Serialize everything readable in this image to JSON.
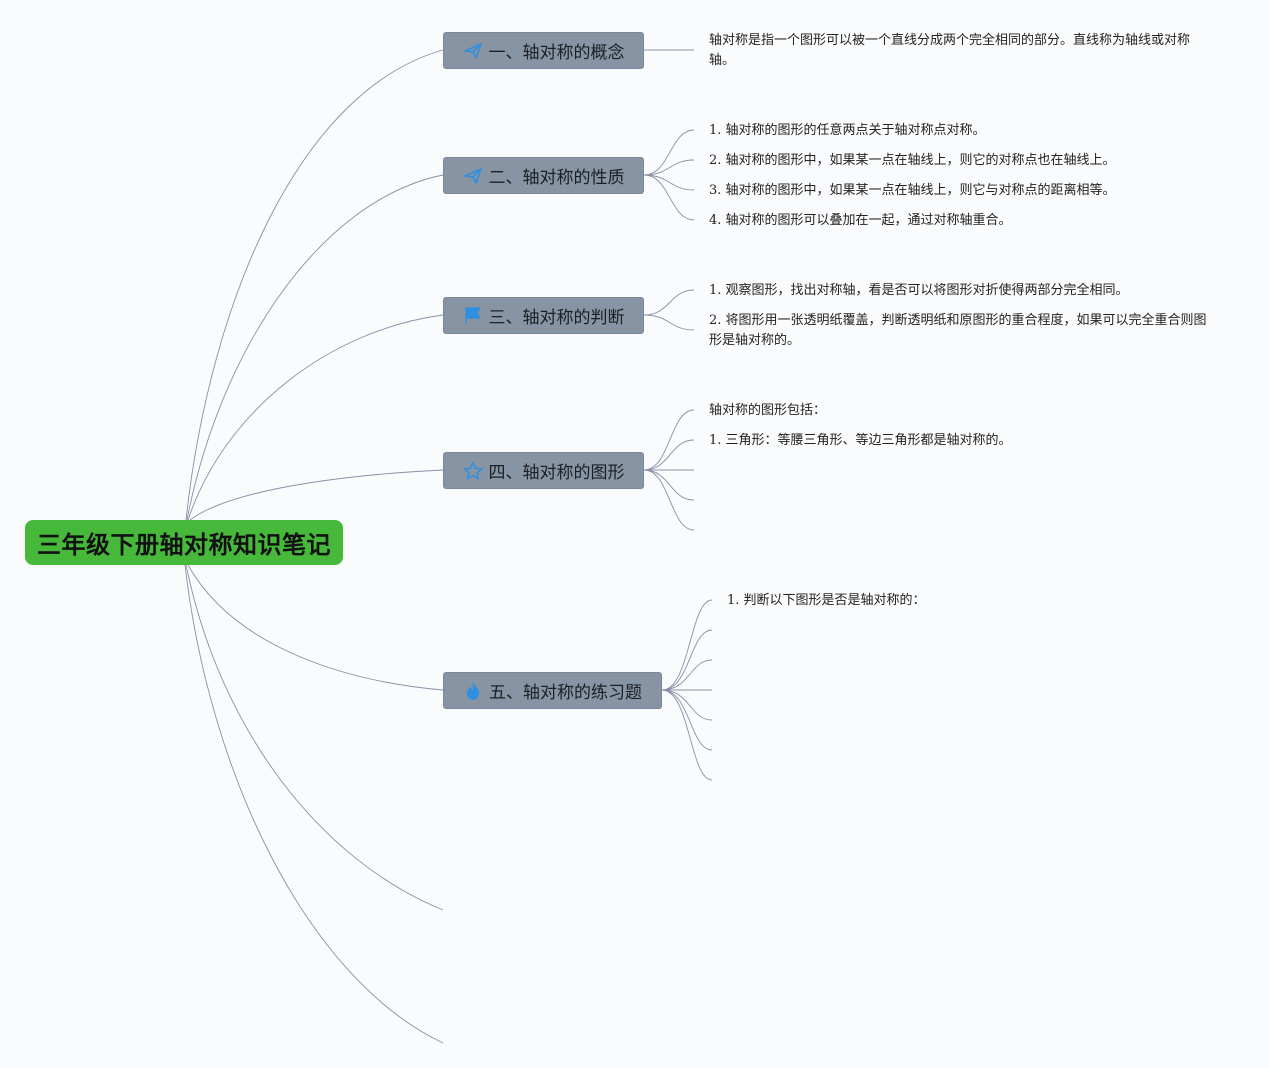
{
  "root": {
    "title": "三年级下册轴对称知识笔记"
  },
  "branches": [
    {
      "label": "一、轴对称的概念",
      "icon": "paper-plane-icon",
      "notes": [
        "轴对称是指一个图形可以被一个直线分成两个完全相同的部分。直线称为轴线或对称轴。"
      ]
    },
    {
      "label": "二、轴对称的性质",
      "icon": "paper-plane-icon",
      "notes": [
        "1. 轴对称的图形的任意两点关于轴对称点对称。",
        "2. 轴对称的图形中，如果某一点在轴线上，则它的对称点也在轴线上。",
        "3. 轴对称的图形中，如果某一点在轴线上，则它与对称点的距离相等。",
        "4. 轴对称的图形可以叠加在一起，通过对称轴重合。"
      ]
    },
    {
      "label": "三、轴对称的判断",
      "icon": "flag-icon",
      "notes": [
        "1. 观察图形，找出对称轴，看是否可以将图形对折使得两部分完全相同。",
        "2. 将图形用一张透明纸覆盖，判断透明纸和原图形的重合程度，如果可以完全重合则图形是轴对称的。"
      ]
    },
    {
      "label": "四、轴对称的图形",
      "icon": "star-icon",
      "notes": [
        "轴对称的图形包括：",
        "1. 三角形：等腰三角形、等边三角形都是轴对称的。"
      ]
    },
    {
      "label": "五、轴对称的练习题",
      "icon": "flame-icon",
      "notes": [
        "1. 判断以下图形是否是轴对称的："
      ]
    }
  ],
  "colors": {
    "root_bg": "#46b83a",
    "branch_bg": "#8694a3",
    "icon_blue": "#2f8fe0",
    "link": "#8a8fa8"
  }
}
